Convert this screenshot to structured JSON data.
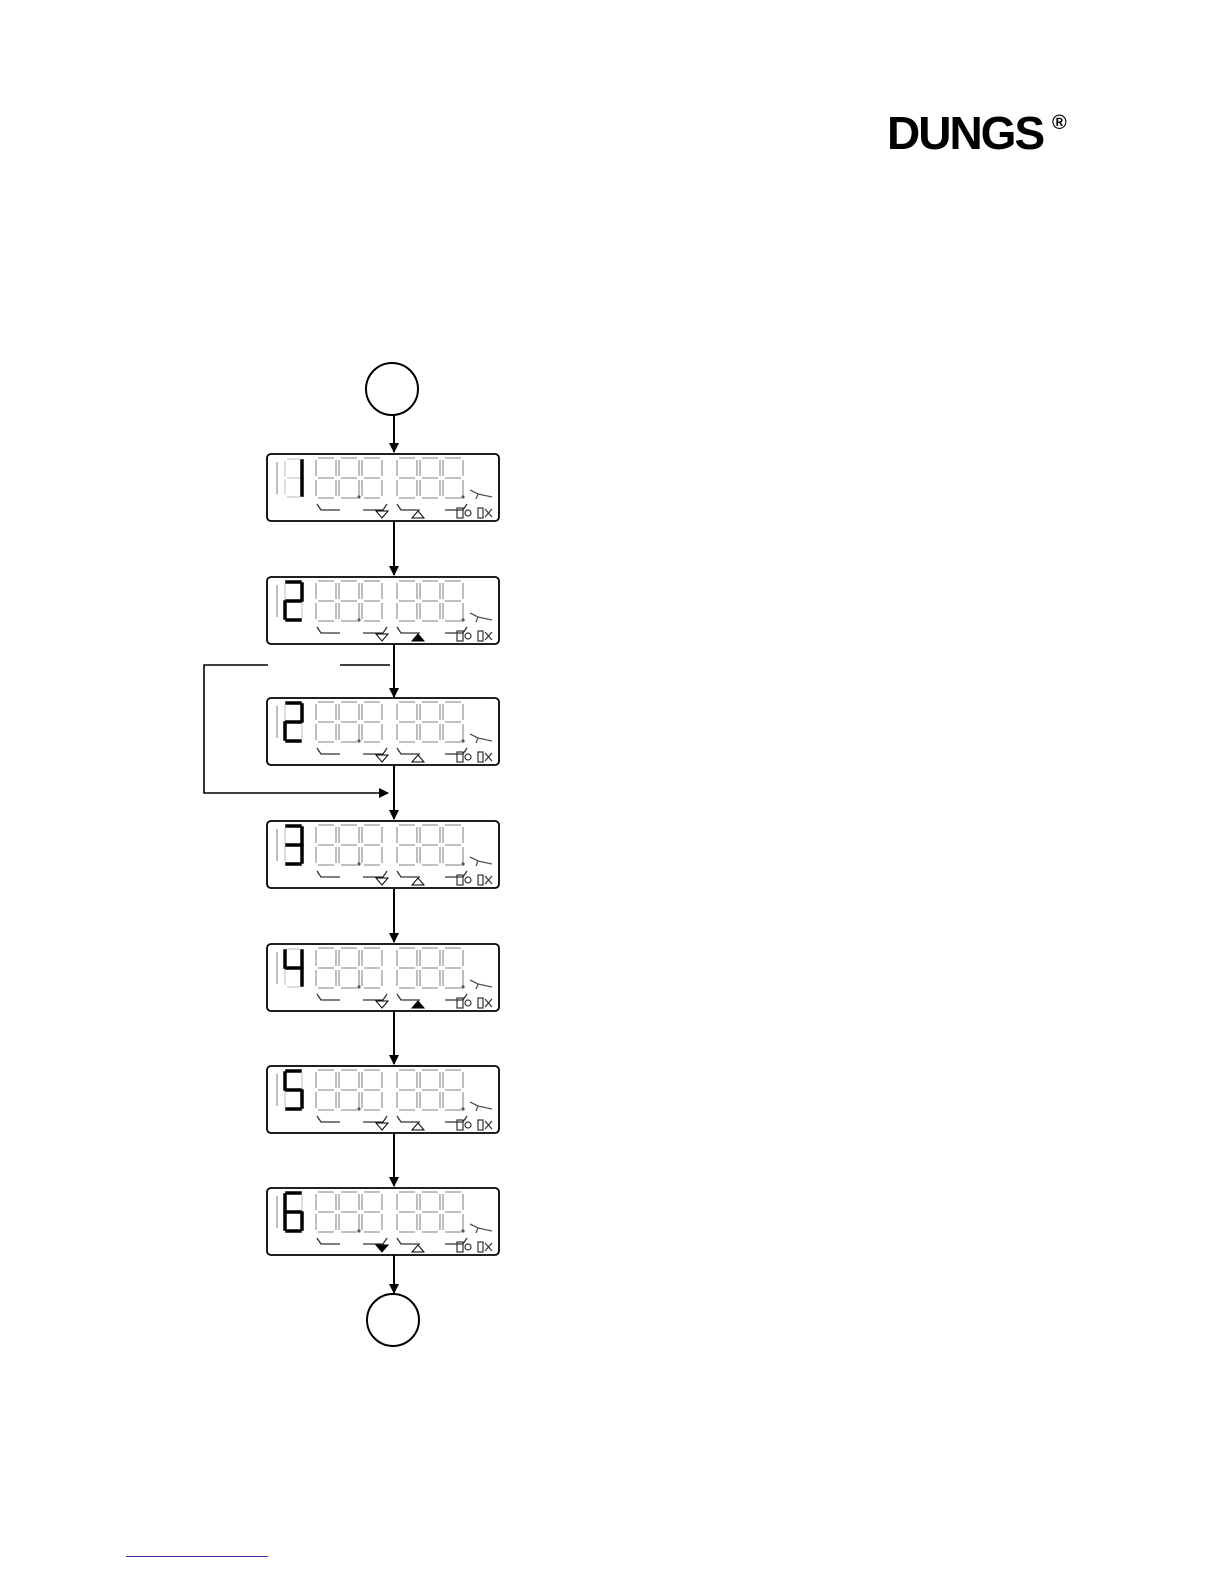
{
  "brand": {
    "name": "DUNGS",
    "registered_mark": "®"
  },
  "flow": {
    "start_connector": "",
    "end_connector": "",
    "displays": [
      {
        "id": "step-1",
        "digit": "1",
        "arrows": {
          "down": "outline",
          "up": "outline"
        }
      },
      {
        "id": "step-2a",
        "digit": "2",
        "arrows": {
          "down": "outline",
          "up": "filled"
        }
      },
      {
        "id": "step-2b",
        "digit": "2",
        "arrows": {
          "down": "outline",
          "up": "outline"
        }
      },
      {
        "id": "step-3",
        "digit": "3",
        "arrows": {
          "down": "outline",
          "up": "outline"
        }
      },
      {
        "id": "step-4",
        "digit": "4",
        "arrows": {
          "down": "outline",
          "up": "filled"
        }
      },
      {
        "id": "step-5",
        "digit": "5",
        "arrows": {
          "down": "outline",
          "up": "outline"
        }
      },
      {
        "id": "step-6",
        "digit": "6",
        "arrows": {
          "down": "filled",
          "up": "outline"
        }
      }
    ]
  },
  "colors": {
    "ink": "#000000",
    "ghost": "#9a9a9a",
    "link": "#3333aa"
  }
}
